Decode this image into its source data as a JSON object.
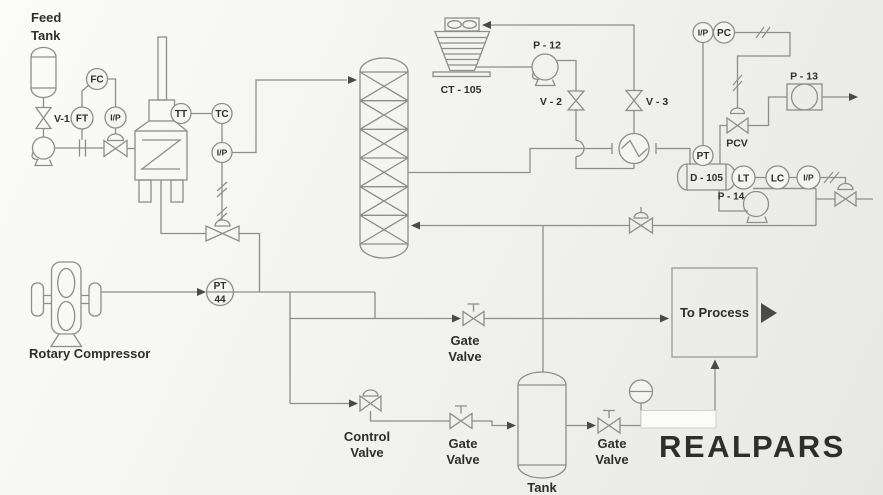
{
  "labels": {
    "feed_tank_line1": "Feed",
    "feed_tank_line2": "Tank",
    "v1": "V-1",
    "rotary_compressor": "Rotary Compressor",
    "ct105": "CT - 105",
    "p12": "P - 12",
    "v2": "V - 2",
    "v3": "V - 3",
    "p13": "P - 13",
    "pcv": "PCV",
    "d105": "D - 105",
    "p14": "P - 14",
    "gate": "Gate",
    "valve": "Valve",
    "control": "Control",
    "tank": "Tank",
    "to_process": "To Process"
  },
  "instruments": {
    "fc": "FC",
    "ft": "FT",
    "ip": "I/P",
    "tt": "TT",
    "tc": "TC",
    "pc": "PC",
    "pt": "PT",
    "lt": "LT",
    "lc": "LC",
    "pt44_tag": "PT",
    "pt44_number": "44"
  },
  "logo": {
    "real": "REAL",
    "pars": "PARS",
    "real_color": "#55565a",
    "pars_color": "#3fb1da"
  },
  "colors": {
    "line": "#8d8d8d",
    "arrow": "#4a4a4a",
    "text": "#2e2e2e"
  }
}
